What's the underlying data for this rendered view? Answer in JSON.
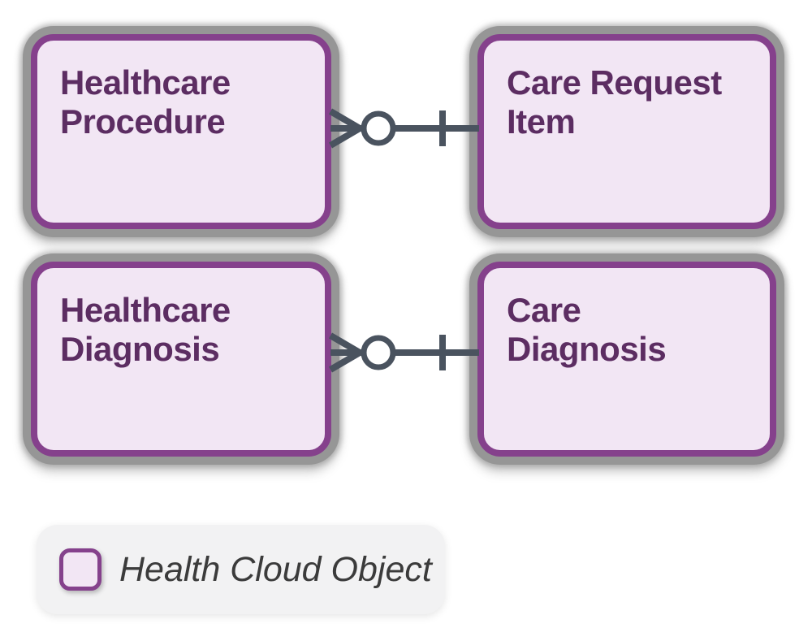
{
  "diagram": {
    "type": "entity-relationship",
    "nodes": [
      {
        "id": "healthcare-procedure",
        "label": "Healthcare\nProcedure"
      },
      {
        "id": "care-request-item",
        "label": "Care Request\nItem"
      },
      {
        "id": "healthcare-diagnosis",
        "label": "Healthcare\nDiagnosis"
      },
      {
        "id": "care-diagnosis",
        "label": "Care\nDiagnosis"
      }
    ],
    "relationships": [
      {
        "left_node": "healthcare-procedure",
        "right_node": "care-request-item",
        "left_marker": "crow-foot-zero-or-many",
        "right_marker": "one-bar"
      },
      {
        "left_node": "healthcare-diagnosis",
        "right_node": "care-diagnosis",
        "left_marker": "crow-foot-zero-or-many",
        "right_marker": "one-bar"
      }
    ]
  },
  "legend": {
    "label": "Health Cloud Object"
  },
  "colors": {
    "node_fill": "#f2e6f4",
    "node_border": "#85418c",
    "node_text": "#5c2d62",
    "node_outer_ring": "#969696",
    "connector": "#4a535f",
    "connector_circle_fill": "#ffffff",
    "legend_bg": "#f2f2f3",
    "legend_text": "#3b3b3b"
  }
}
